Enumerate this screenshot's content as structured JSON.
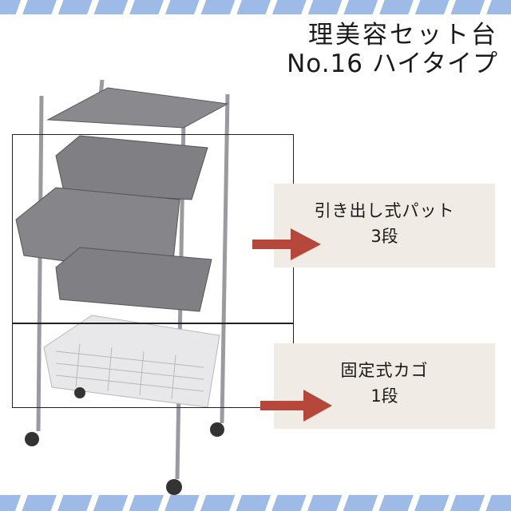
{
  "title": {
    "line1": "理美容セット台",
    "line2": "No.16 ハイタイプ"
  },
  "callouts": [
    {
      "label": "引き出し式パット",
      "count": "3段"
    },
    {
      "label": "固定式カゴ",
      "count": "1段"
    }
  ],
  "colors": {
    "stripe": "#9dbbe6",
    "callout_bg": "#f0ebe5",
    "arrow": "#b5483a"
  }
}
